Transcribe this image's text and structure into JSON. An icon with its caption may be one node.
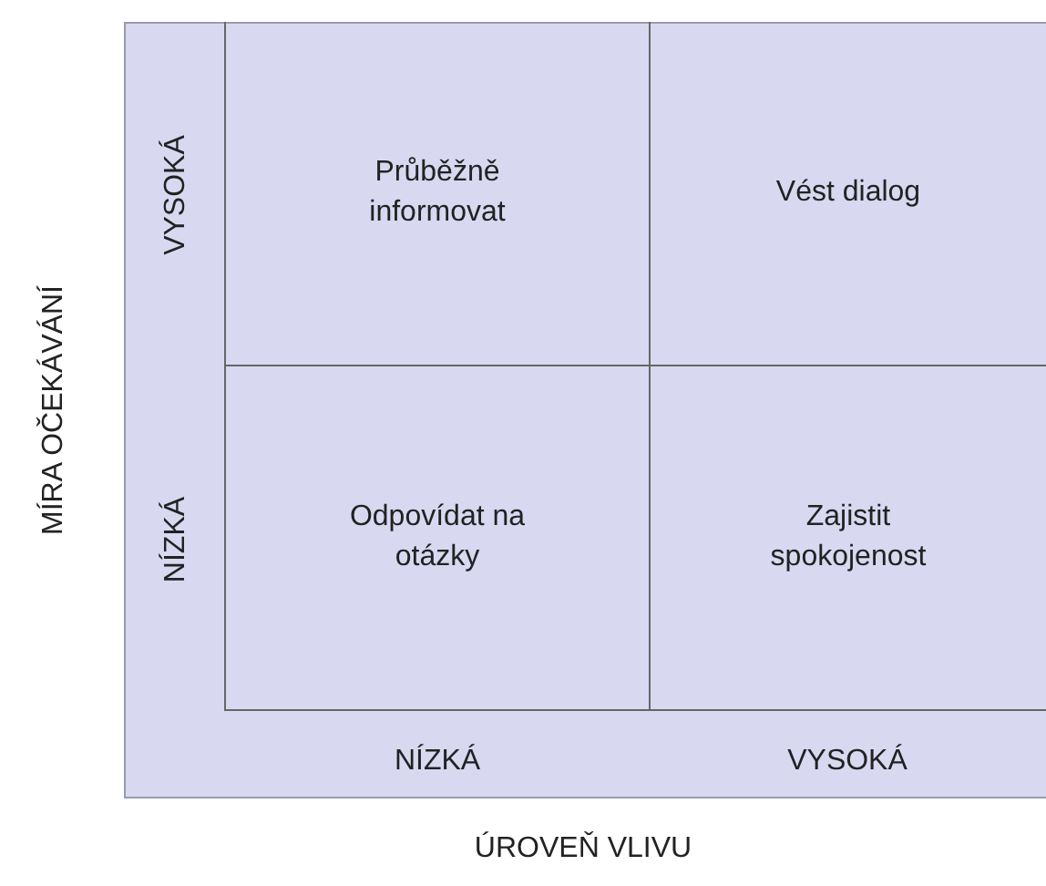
{
  "diagram": {
    "nodes": [
      {
        "text": [
          "Průběžně informovat"
        ]
      },
      {
        "text": [
          "Vést dialog"
        ]
      },
      {
        "text": [
          "Odpovídat na otázky"
        ]
      },
      {
        "text": [
          "Zajistit spokojenost"
        ]
      }
    ],
    "labels": [
      "MÍRA OČEKÁVÁNÍ",
      "VYSOKÁ",
      "NÍZKÁ",
      "NÍZKÁ",
      "VYSOKÁ",
      "ÚROVEŇ VLIVU"
    ]
  }
}
